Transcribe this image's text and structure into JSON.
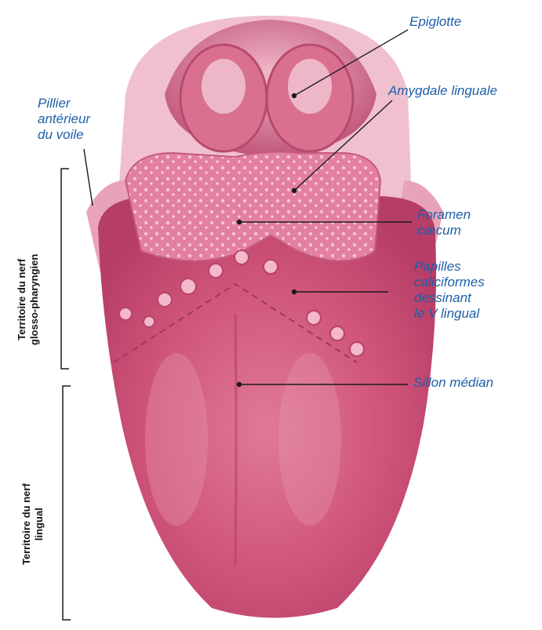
{
  "labels": {
    "epiglotte": "Epiglotte",
    "amygdale_linguale": "Amygdale linguale",
    "pillier": [
      "Pillier",
      "antérieur",
      "du voile"
    ],
    "foramen": [
      "Foramen",
      "cæcum"
    ],
    "papilles": [
      "Papilles",
      "caliciformes",
      "dessinant",
      "le V lingual"
    ],
    "sillon": "Sillon médian"
  },
  "territories": {
    "glosso": [
      "Territoire du nerf",
      "glosso-pharyngien"
    ],
    "lingual": [
      "Territoire du nerf",
      "lingual"
    ]
  },
  "colors": {
    "label_text": "#1d5fa8",
    "tongue": "#c94a72",
    "tongue_light": "#e48aa5",
    "tonsil": "#e88aa8",
    "leader_line": "#1a1a1a"
  }
}
